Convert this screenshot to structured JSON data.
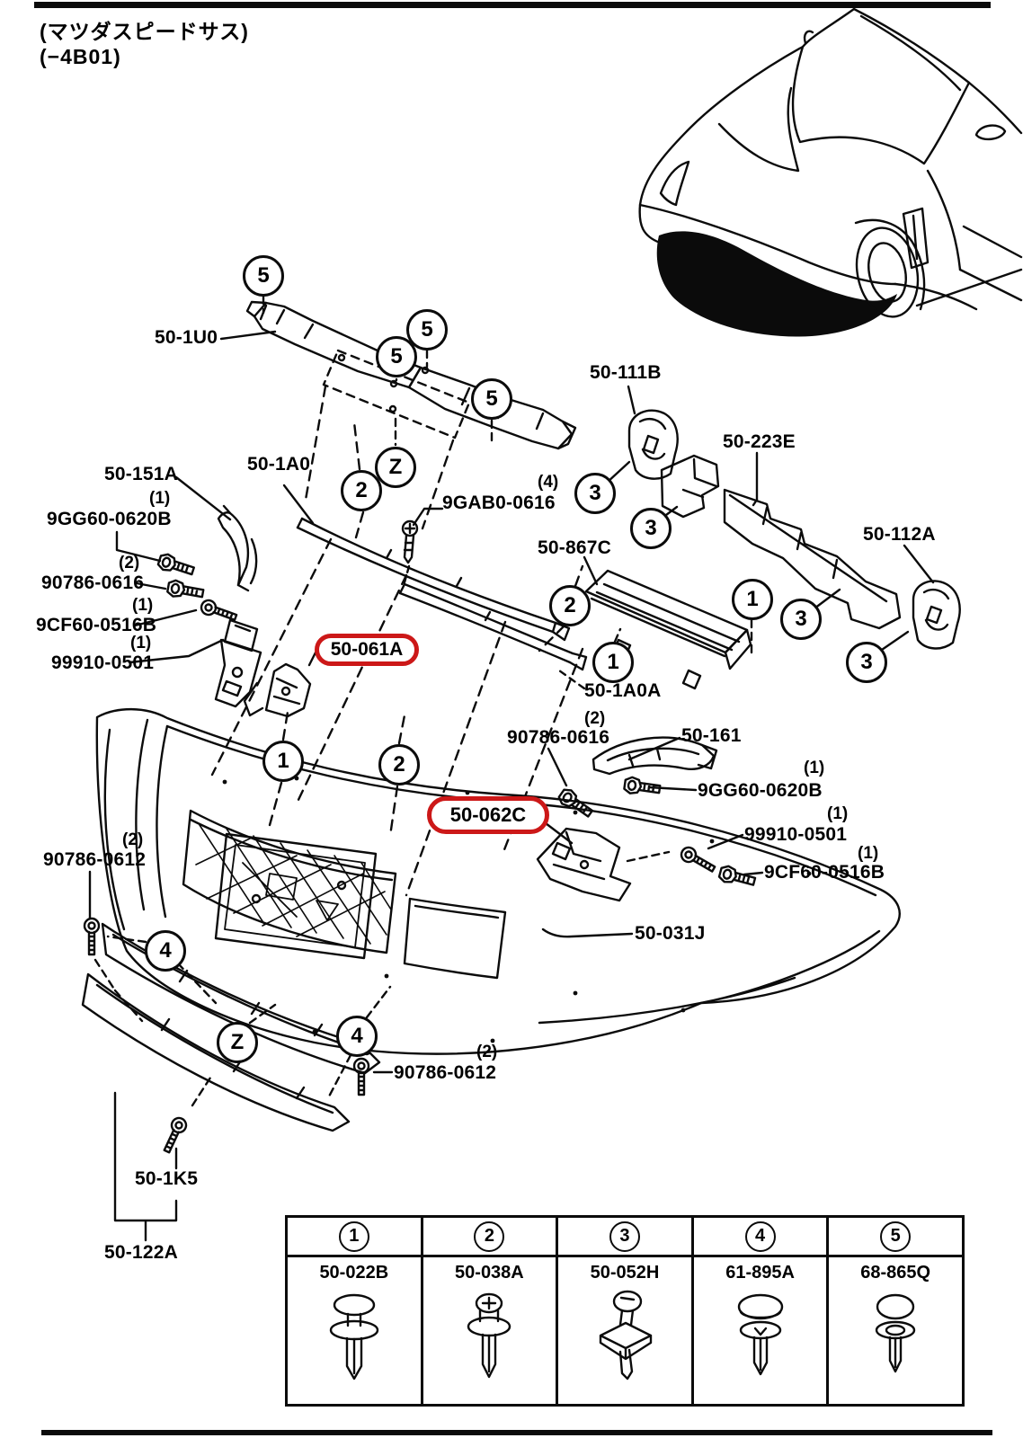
{
  "header": {
    "line1": "(マツダスピードサス)",
    "line2": "(−4B01)"
  },
  "parts": {
    "shield_upper": "50-1U0",
    "bracket_left": "50-151A",
    "bolt_a_qty": "(1)",
    "bolt_a": "9GG60-0620B",
    "bolt_b_qty": "(2)",
    "bolt_b": "90786-0616",
    "bolt_c_qty": "(1)",
    "bolt_c": "9CF60-0516B",
    "screw_a_qty": "(1)",
    "screw_a": "99910-0501",
    "seal_upper": "50-1A0",
    "screw_b_qty": "(4)",
    "screw_b": "9GAB0-0616",
    "cap_left": "50-111B",
    "absorber": "50-223E",
    "reinforcement": "50-867C",
    "cap_right": "50-112A",
    "bracket_61a": "50-061A",
    "seal_lower": "50-1A0A",
    "bolt_d_qty": "(2)",
    "bolt_d": "90786-0616",
    "bracket_right": "50-161",
    "bolt_e_qty": "(1)",
    "bolt_e": "9GG60-0620B",
    "screw_c_qty": "(1)",
    "screw_c": "99910-0501",
    "bolt_f_qty": "(1)",
    "bolt_f": "9CF60-0516B",
    "bracket_62c": "50-062C",
    "bolt_g_qty": "(2)",
    "bolt_g": "90786-0612",
    "bumper_face": "50-031J",
    "bolt_h_qty": "(2)",
    "bolt_h": "90786-0612",
    "cover_center": "50-1K5",
    "cover_lower": "50-122A"
  },
  "callouts": {
    "n1": "1",
    "n2": "2",
    "n3": "3",
    "n4": "4",
    "n5": "5",
    "z": "Z"
  },
  "fastener_table": {
    "columns": [
      {
        "num": "1",
        "part": "50-022B"
      },
      {
        "num": "2",
        "part": "50-038A"
      },
      {
        "num": "3",
        "part": "50-052H"
      },
      {
        "num": "4",
        "part": "61-895A"
      },
      {
        "num": "5",
        "part": "68-865Q"
      }
    ]
  },
  "colors": {
    "ink": "#000000",
    "paper": "#ffffff",
    "highlight_red": "#cc1818"
  }
}
